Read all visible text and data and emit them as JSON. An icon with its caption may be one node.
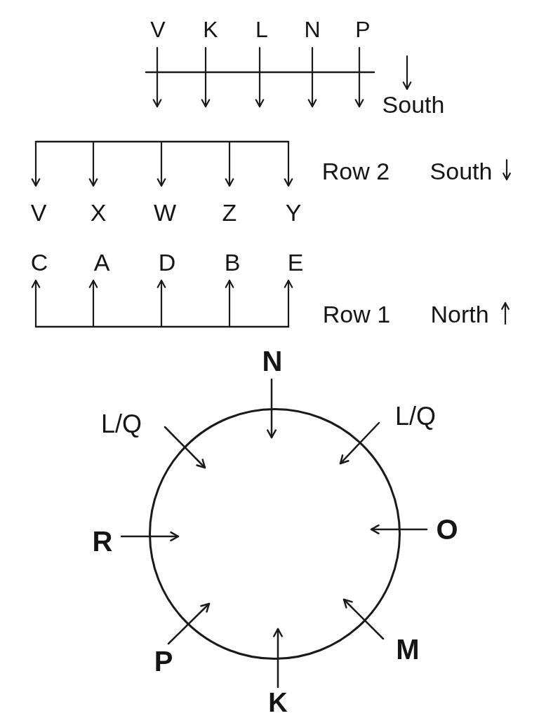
{
  "diagram": {
    "nodes": [
      {
        "text": [],
        "shape": "circle"
      }
    ],
    "labels": [
      "V",
      "K",
      "L",
      "N",
      "P",
      "South",
      "Row 2",
      "South",
      "V",
      "X",
      "W",
      "Z",
      "Y",
      "C",
      "A",
      "D",
      "B",
      "E",
      "Row 1",
      "North",
      "N",
      "L/Q",
      "L/Q",
      "R",
      "O",
      "P",
      "M",
      "K"
    ]
  }
}
